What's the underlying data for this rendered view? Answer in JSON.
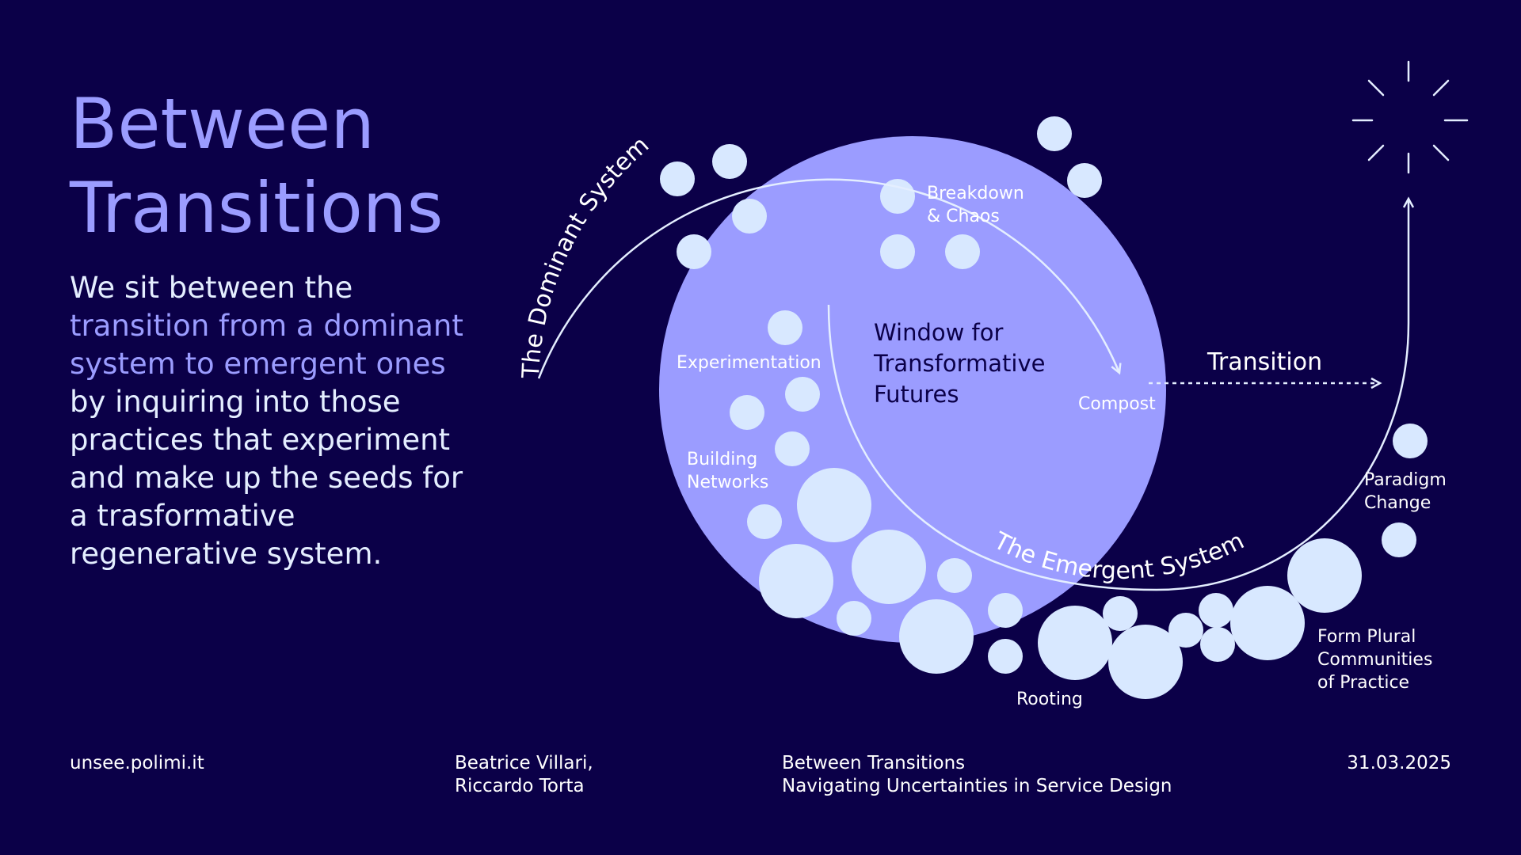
{
  "slide": {
    "title_line1": "Between",
    "title_line2": "Transitions",
    "body": {
      "part1": "We sit between the ",
      "highlight": "transition from a dominant system to emergent ones",
      "part2": " by inquiring into those practices that experiment and make up the seeds for a trasformative regenerative system."
    }
  },
  "diagram": {
    "arc_dominant_label": "The Dominant System",
    "arc_emergent_label": "The Emergent System",
    "center_label": [
      "Window for",
      "Transformative",
      "Futures"
    ],
    "labels": {
      "breakdown": [
        "Breakdown",
        "& Chaos"
      ],
      "experimentation": "Experimentation",
      "building_networks": [
        "Building",
        "Networks"
      ],
      "compost": "Compost",
      "transition": "Transition",
      "paradigm_change": [
        "Paradigm",
        "Change"
      ],
      "form_plural": [
        "Form Plural",
        "Communities",
        "of Practice"
      ],
      "rooting": "Rooting"
    },
    "colors": {
      "background": "#0b0048",
      "big_circle": "#9b9cff",
      "bubbles": "#d8e8ff",
      "lines": "#e4eeff"
    }
  },
  "footer": {
    "url": "unsee.polimi.it",
    "authors_line1": "Beatrice Villari,",
    "authors_line2": "Riccardo Torta",
    "event_line1": "Between Transitions",
    "event_line2": "Navigating Uncertainties in Service Design",
    "date": "31.03.2025"
  }
}
